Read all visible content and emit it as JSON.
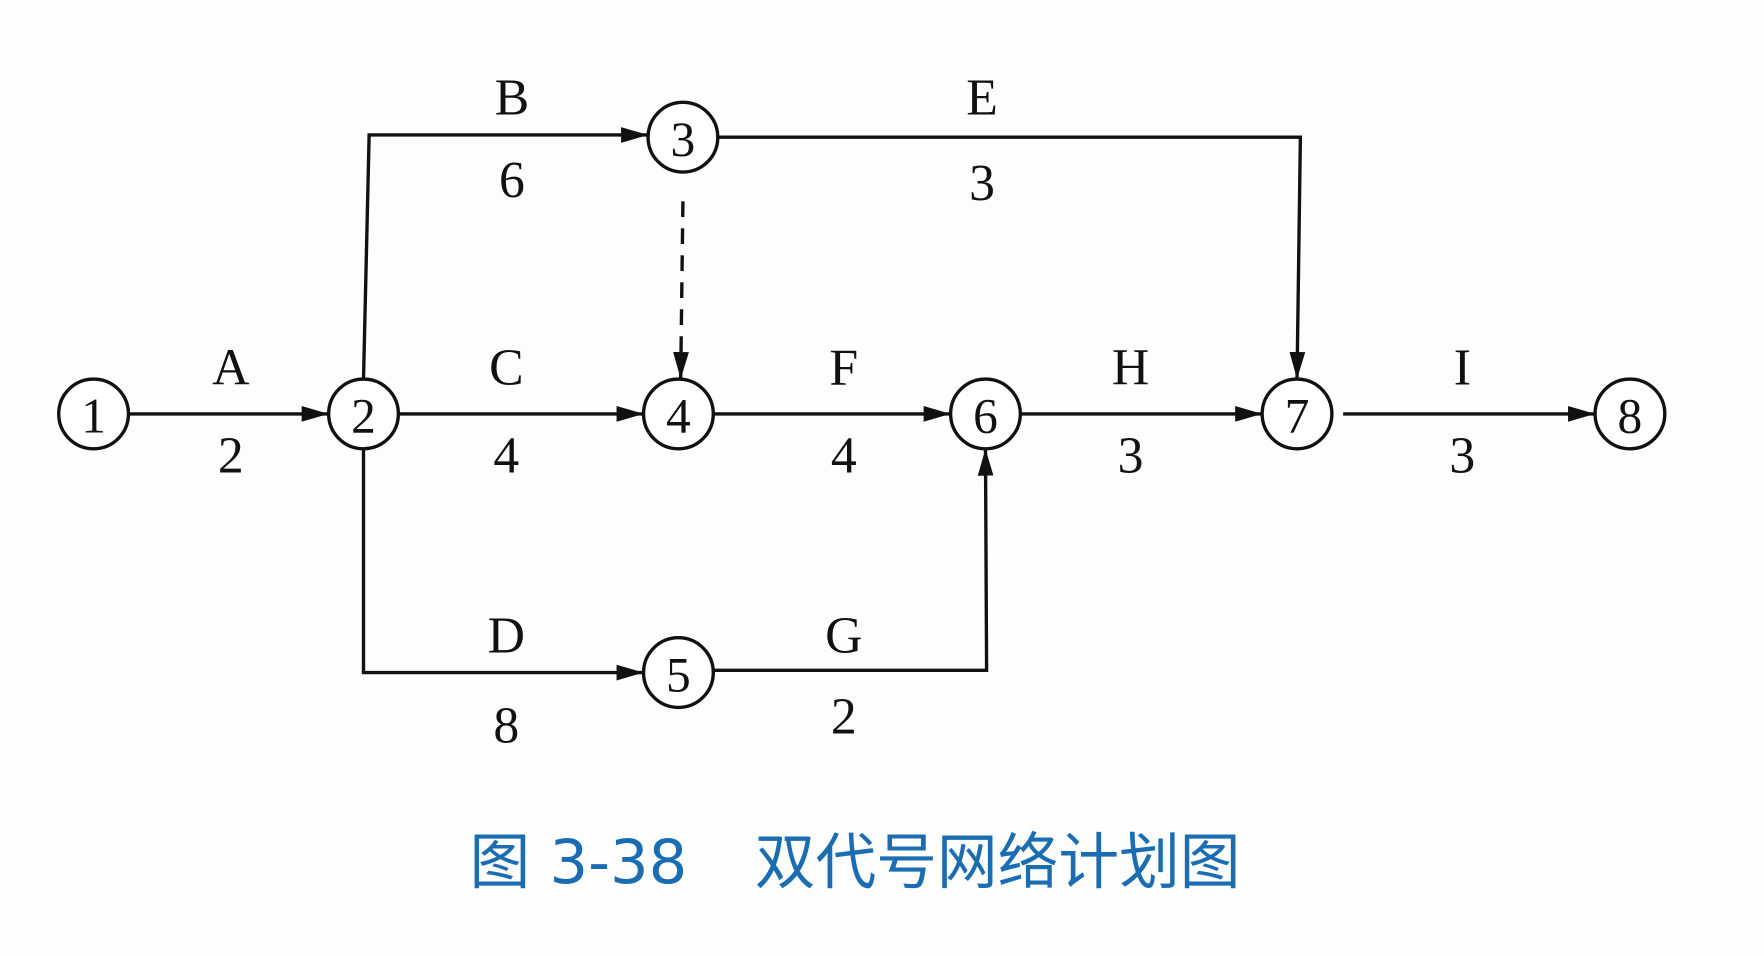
{
  "nodes": [
    "1",
    "2",
    "3",
    "4",
    "5",
    "6",
    "7",
    "8"
  ],
  "activities": [
    {
      "name": "A",
      "duration": "2",
      "from": "1",
      "to": "2"
    },
    {
      "name": "B",
      "duration": "6",
      "from": "2",
      "to": "3"
    },
    {
      "name": "C",
      "duration": "4",
      "from": "2",
      "to": "4"
    },
    {
      "name": "D",
      "duration": "8",
      "from": "2",
      "to": "5"
    },
    {
      "name": "E",
      "duration": "3",
      "from": "3",
      "to": "7"
    },
    {
      "name": "F",
      "duration": "4",
      "from": "4",
      "to": "6"
    },
    {
      "name": "G",
      "duration": "2",
      "from": "5",
      "to": "6"
    },
    {
      "name": "H",
      "duration": "3",
      "from": "6",
      "to": "7"
    },
    {
      "name": "I",
      "duration": "3",
      "from": "7",
      "to": "8"
    }
  ],
  "dummy_activities": [
    {
      "from": "3",
      "to": "4"
    }
  ],
  "caption": {
    "figure_no": "图 3-38",
    "title": "双代号网络计划图"
  },
  "colors": {
    "caption": "#1b6db3",
    "line": "#111111"
  }
}
